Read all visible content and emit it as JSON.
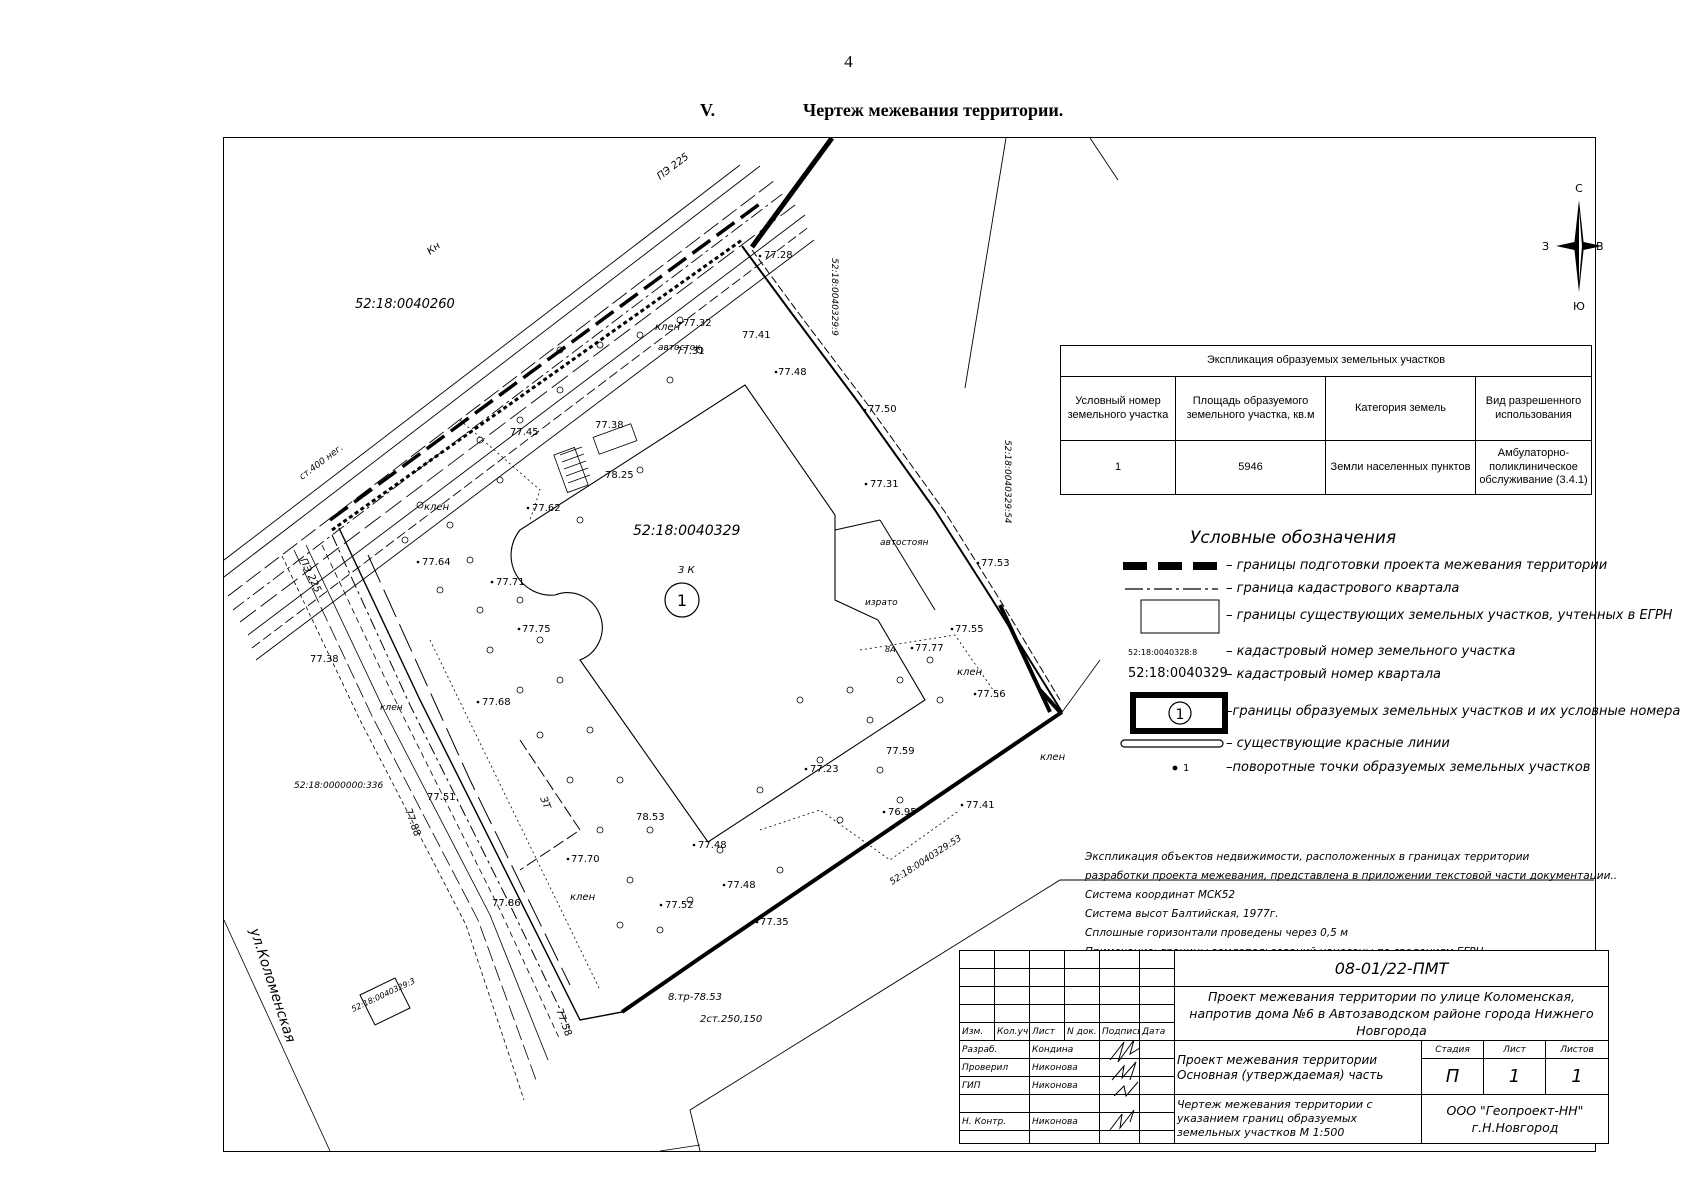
{
  "page_number": "4",
  "heading": {
    "numeral": "V.",
    "title": "Чертеж межевания территории."
  },
  "map_labels": {
    "quarter_north": "52:18:0040260",
    "quarter_main": "52:18:0040329",
    "quarter_west": "52:18:0000000:336",
    "parcel_ne_1": "52:18:0040329:9",
    "parcel_ne_2": "52:18:0040329:54",
    "parcel_se": "52:18:0040329:53",
    "parcel_sw": "52:18:0040329:3",
    "street": "ул.Коломенская",
    "parcel_number": "1",
    "elev": [
      "77.28",
      "77.32",
      "77.31",
      "77.41",
      "77.48",
      "77.50",
      "77.31",
      "77.53",
      "77.55",
      "77.56",
      "77.77",
      "77.38",
      "77.45",
      "78.25",
      "77.62",
      "77.64",
      "77.71",
      "77.75",
      "77.68",
      "77.38",
      "77.59",
      "77.23",
      "76.95",
      "77.48",
      "77.48",
      "77.52",
      "77.70",
      "77.86",
      "77.35",
      "77.41",
      "77.58",
      "77.51",
      "77.88",
      "78.53"
    ],
    "lbl_avtostok": "автосток",
    "lbl_avtostoyan": "автостоян",
    "lbl_izrato": "израто",
    "lbl_klen": "клен",
    "lbl_8a": "8А",
    "lbl_3k": "3 К",
    "lbl_kn": "Кн",
    "lbl_3t": "ЗТ",
    "lbl_pipe_1": "ст.400 нег.",
    "lbl_pipe_2": "2ст.250,150",
    "lbl_pipe_3": "8.тр-78.53",
    "lbl_pe": "ПЭ 225"
  },
  "compass": {
    "n": "С",
    "s": "Ю",
    "w": "З",
    "e": "В"
  },
  "explication": {
    "title": "Экспликация образуемых земельных участков",
    "headers": [
      "Условный номер земельного участка",
      "Площадь образуемого земельного участка, кв.м",
      "Категория земель",
      "Вид разрешенного использования"
    ],
    "row": [
      "1",
      "5946",
      "Земли населенных пунктов",
      "Амбулаторно-поликлиническое обслуживание (3.4.1)"
    ]
  },
  "legend": {
    "title": "Условные обозначения",
    "items": [
      "– границы подготовки проекта межевания территории",
      "– граница кадастрового квартала",
      "– границы существующих земельных участков, учтенных в ЕГРН",
      "– кадастровый номер земельного участка",
      "– кадастровый номер квартала",
      "–границы образуемых земельных участков и их условные номера",
      "– существующие красные линии",
      "–поворотные точки образуемых земельных участков"
    ],
    "sample_parcel": "52:18:0040328:8",
    "sample_quarter": "52:18:0040329",
    "sample_number": "1",
    "sample_point": "1"
  },
  "notes": [
    "Экспликация объектов недвижимости, расположенных в границах территории",
    "разработки проекта межевания, представлена в приложении текстовой части документации..",
    "Система координат МСК52",
    "Система высот Балтийская, 1977г.",
    "Сплошные горизонтали проведены через 0,5 м",
    "Примечание: границы землепользований нанесены по сведениям  ЕГРН"
  ],
  "stamp": {
    "code": "08-01/22-ПМТ",
    "project": "Проект межевания территории по улице Коломенская, напротив дома №6 в Автозаводском районе города Нижнего Новгорода",
    "headers": [
      "Изм.",
      "Кол.уч",
      "Лист",
      "N док.",
      "Подпись",
      "Дата"
    ],
    "roles": [
      {
        "role": "Разраб.",
        "name": "Кондина"
      },
      {
        "role": "Проверил",
        "name": "Никонова"
      },
      {
        "role": "ГИП",
        "name": "Никонова"
      },
      {
        "role": "Н. Контр.",
        "name": "Никонова"
      }
    ],
    "part": "Проект межевания территории Основная (утверждаемая) часть",
    "stage_labels": [
      "Стадия",
      "Лист",
      "Листов"
    ],
    "stage_values": [
      "П",
      "1",
      "1"
    ],
    "drawing": "Чертеж межевания территории с указанием границ образуемых земельных участков М 1:500",
    "org": "ООО \"Геопроект-НН\" г.Н.Новгород"
  }
}
